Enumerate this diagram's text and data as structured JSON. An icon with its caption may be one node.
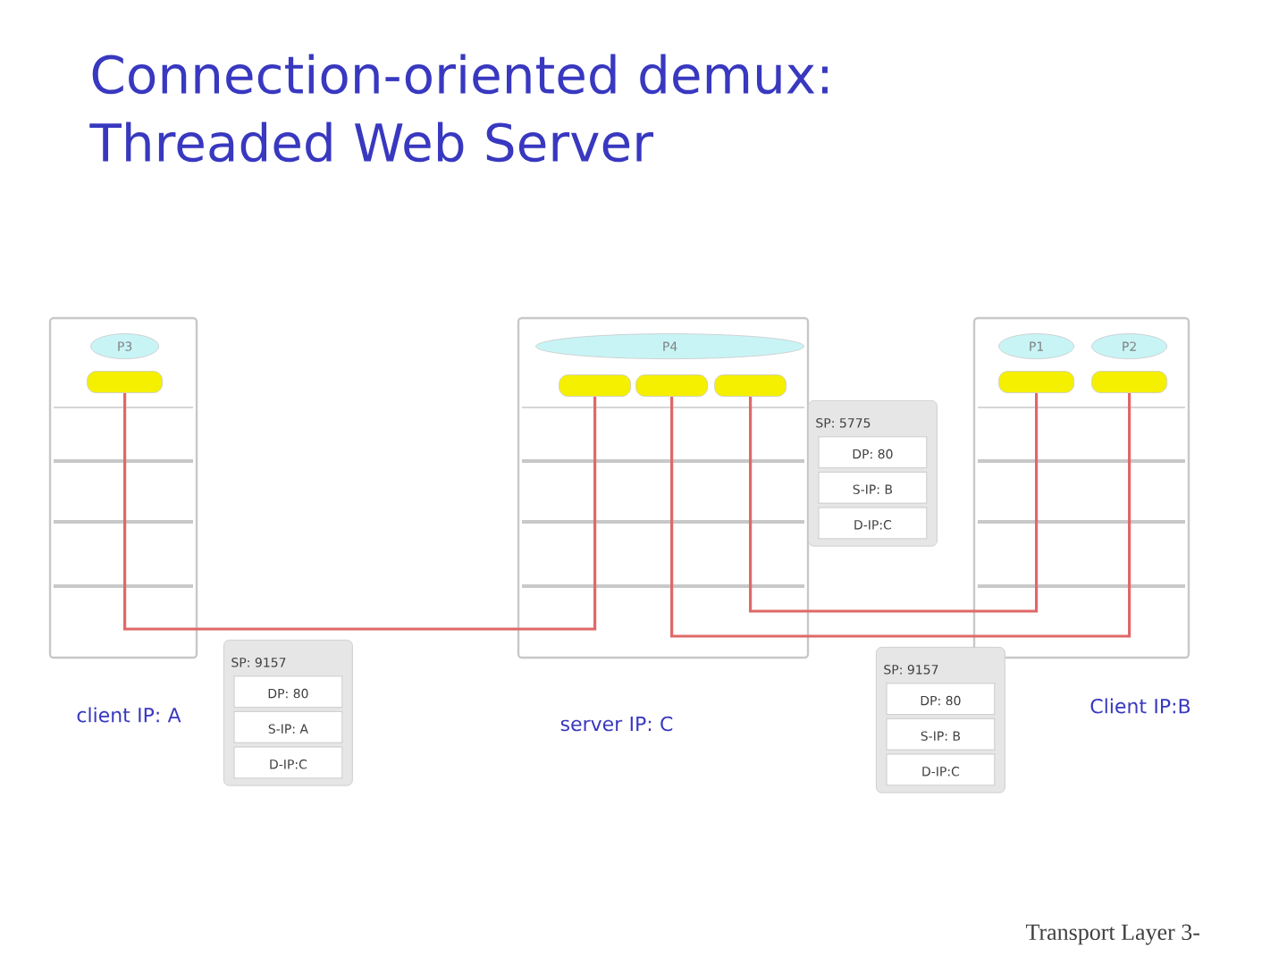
{
  "diagram": {
    "title": "Connection-oriented demux: Threaded Web Server",
    "nodes": [
      {
        "text": [],
        "shape": "box",
        "beside": [
          "client IP: A"
        ]
      },
      {
        "text": [
          "P3"
        ],
        "in": 0
      },
      {
        "text": [],
        "shape": "box",
        "in": 0
      },
      {
        "text": [],
        "shape": "box",
        "beside": [
          "server IP: C"
        ]
      },
      {
        "text": [
          "P4"
        ],
        "in": 3
      },
      {
        "text": [],
        "shape": "box",
        "in": 3
      },
      {
        "text": [],
        "shape": "box",
        "in": 3
      },
      {
        "text": [],
        "shape": "box",
        "in": 3
      },
      {
        "text": [],
        "shape": "box",
        "beside": [
          "Client IP:B"
        ]
      },
      {
        "text": [
          "P1"
        ],
        "in": 8
      },
      {
        "text": [
          "P2"
        ],
        "in": 8
      },
      {
        "text": [],
        "shape": "box",
        "in": 8
      },
      {
        "text": [],
        "shape": "box",
        "in": 8
      },
      {
        "text": [
          "SP: 9157",
          "DP: 80",
          "S-IP: A",
          "D-IP:C"
        ]
      },
      {
        "text": [
          "SP: 5775",
          "DP: 80",
          "S-IP: B",
          "D-IP:C"
        ]
      },
      {
        "text": [
          "SP: 9157",
          "DP: 80",
          "S-IP: B",
          "D-IP:C"
        ]
      }
    ],
    "edges": [
      {
        "from": 2,
        "to": 5,
        "arrow": "none"
      },
      {
        "from": 6,
        "to": 12,
        "arrow": "none"
      },
      {
        "from": 7,
        "to": 11,
        "arrow": "none"
      }
    ],
    "labels": [
      "Transport Layer 3-"
    ]
  }
}
